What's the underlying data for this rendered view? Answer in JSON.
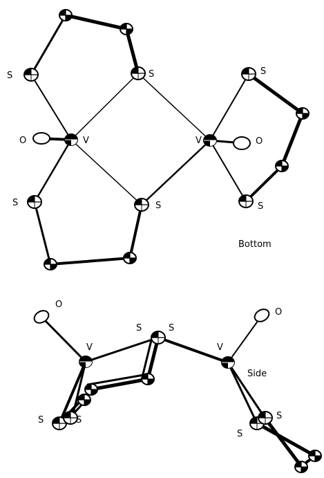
{
  "labels": {
    "bottom": {
      "s_top_left": "S",
      "s_top_center": "S",
      "s_top_right": "S",
      "o_left": "O",
      "v_left": "V",
      "v_right": "V",
      "o_right": "O",
      "s_bottom_left": "S",
      "s_bottom_center": "S",
      "s_bottom_right": "S",
      "caption": "Bottom"
    },
    "side": {
      "o_left": "O",
      "v_left": "V",
      "s_center_1": "S",
      "s_center_2": "S",
      "v_right": "V",
      "o_right": "O",
      "s_lower_left_1": "S",
      "s_lower_left_2": "S",
      "s_lower_right_1": "S",
      "s_lower_right_2": "S",
      "caption": "Side"
    }
  },
  "colors": {
    "ink": "#000000",
    "background": "#ffffff"
  }
}
